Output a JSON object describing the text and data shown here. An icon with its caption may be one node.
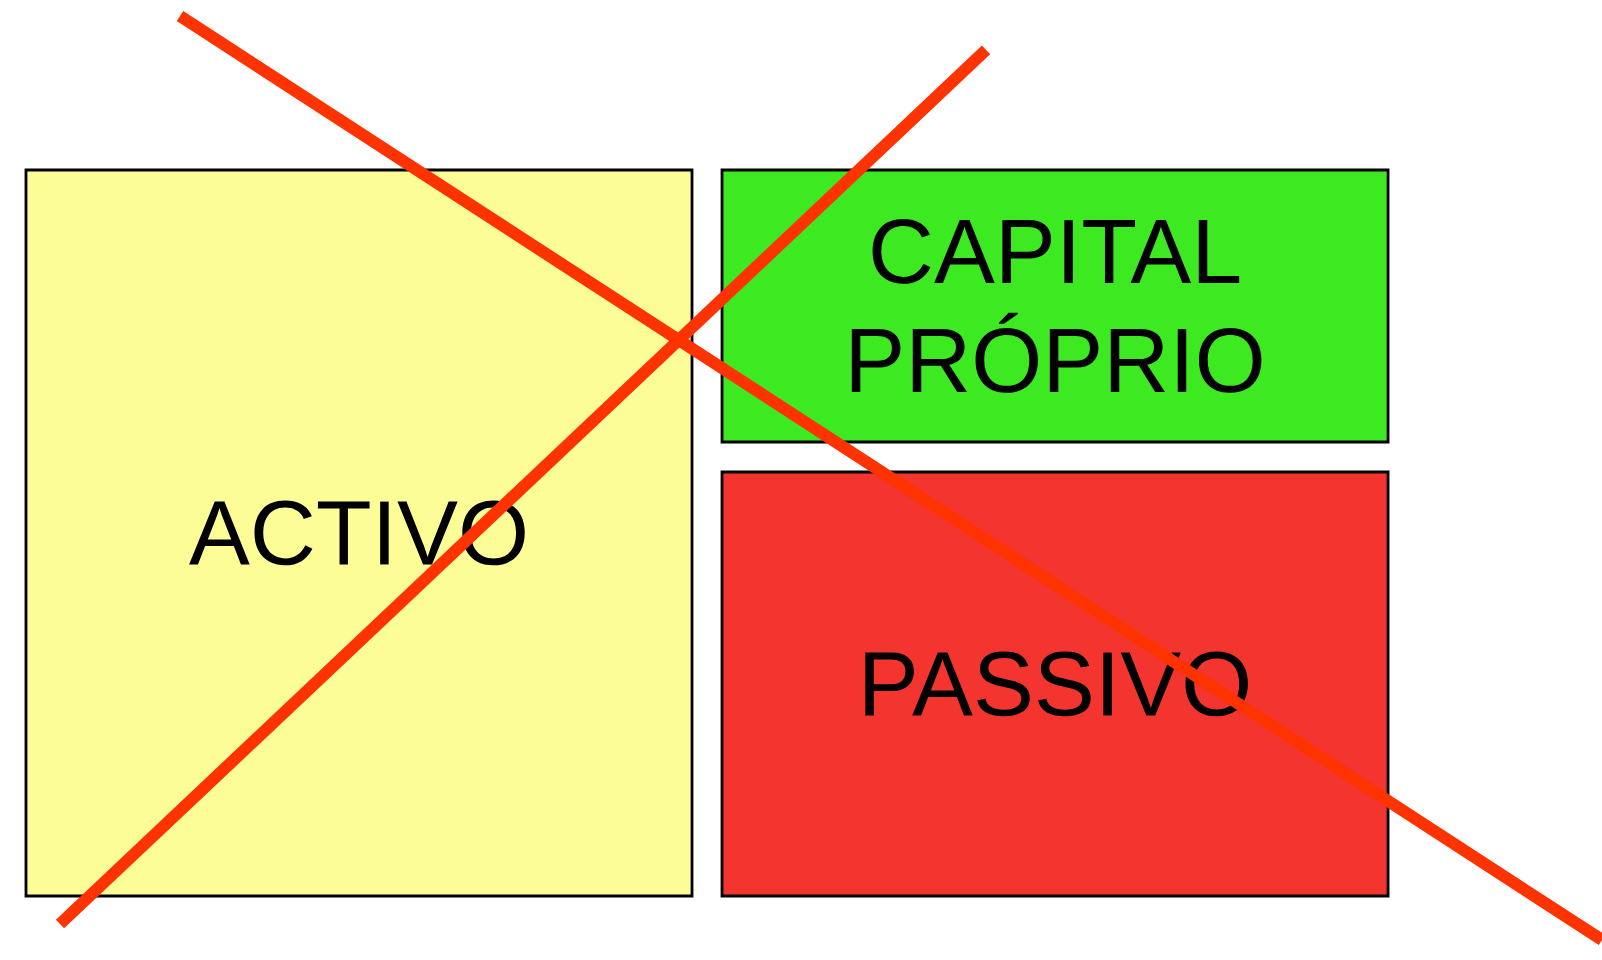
{
  "diagram": {
    "nodes": [
      {
        "text": [
          "ACTIVO"
        ]
      },
      {
        "text": [
          "CAPITAL PRÓPRIO"
        ]
      },
      {
        "text": [
          "PASSIVO"
        ]
      }
    ],
    "edges": []
  }
}
